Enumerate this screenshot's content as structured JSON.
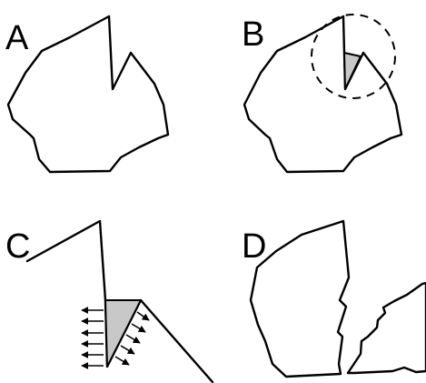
{
  "panels": [
    {
      "id": "A",
      "label": "A"
    },
    {
      "id": "B",
      "label": "B"
    },
    {
      "id": "C",
      "label": "C"
    },
    {
      "id": "D",
      "label": "D"
    }
  ],
  "colors": {
    "outline": "#000000",
    "wedge_fill": "#c8c8c8",
    "background": "#ffffff"
  }
}
